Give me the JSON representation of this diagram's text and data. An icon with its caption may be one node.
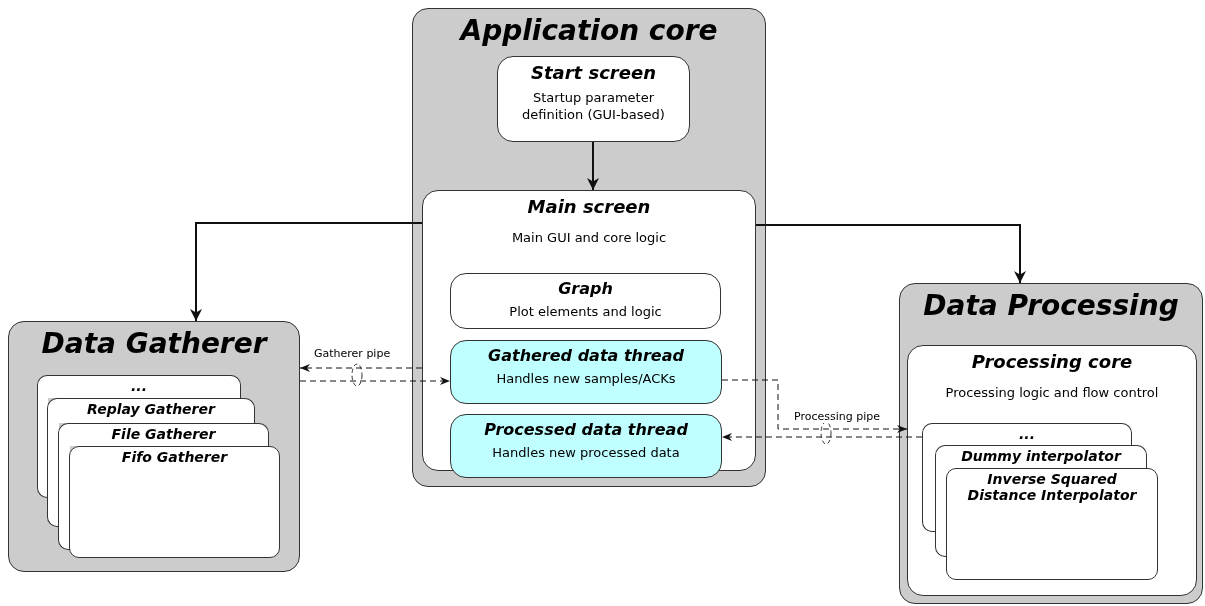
{
  "diagram": {
    "nodes": [
      {
        "text": [
          "Application core"
        ]
      },
      {
        "text": [
          "Start screen",
          "Startup parameter definition (GUI-based)"
        ],
        "in": 0
      },
      {
        "text": [
          "Main screen",
          "Main GUI and core logic"
        ],
        "in": 0
      },
      {
        "text": [
          "Graph",
          "Plot elements and logic"
        ],
        "in": 2
      },
      {
        "text": [
          "Gathered data thread",
          "Handles new samples/ACKs"
        ],
        "in": 2
      },
      {
        "text": [
          "Processed data thread",
          "Handles new processed data"
        ],
        "in": 2
      },
      {
        "text": [
          "Data Gatherer"
        ]
      },
      {
        "text": [
          "..."
        ],
        "in": 6
      },
      {
        "text": [
          "Replay Gatherer"
        ],
        "in": 6
      },
      {
        "text": [
          "File Gatherer"
        ],
        "in": 6
      },
      {
        "text": [
          "Fifo Gatherer"
        ],
        "in": 6
      },
      {
        "text": [
          "Data Processing"
        ]
      },
      {
        "text": [
          "Processing core",
          "Processing logic and flow control"
        ],
        "in": 11
      },
      {
        "text": [
          "..."
        ],
        "in": 12
      },
      {
        "text": [
          "Dummy interpolator"
        ],
        "in": 12
      },
      {
        "text": [
          "Inverse Squared Distance Interpolator"
        ],
        "in": 12
      }
    ],
    "edges": [
      {
        "from": 1,
        "to": 2,
        "arrow": "to"
      },
      {
        "from": 2,
        "to": 6,
        "arrow": "to"
      },
      {
        "from": 2,
        "to": 11,
        "arrow": "to"
      },
      {
        "from": 2,
        "to": 6,
        "arrow": "to",
        "style": "dashed",
        "label": "Gatherer pipe"
      },
      {
        "from": 6,
        "to": 4,
        "arrow": "to",
        "style": "dashed"
      },
      {
        "from": 4,
        "to": 12,
        "arrow": "to",
        "style": "dashed",
        "label": "Processing pipe"
      },
      {
        "from": 13,
        "to": 5,
        "arrow": "to",
        "style": "dashed"
      }
    ]
  }
}
